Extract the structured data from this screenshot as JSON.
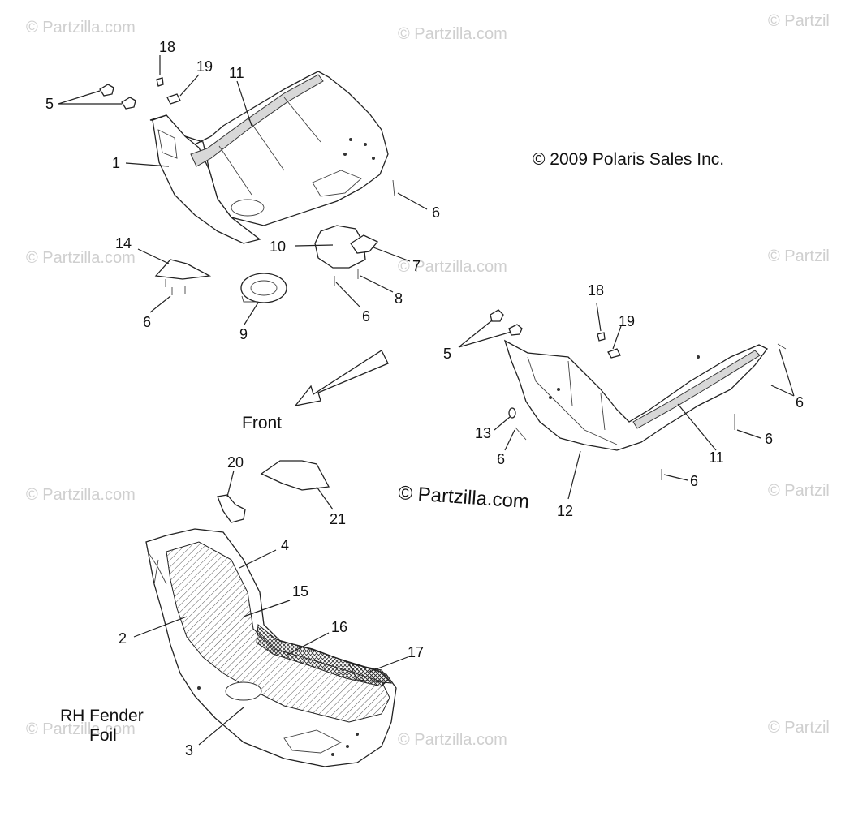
{
  "watermark_text": "© Partzilla.com",
  "watermarks": [
    "© Partzilla.com",
    "© Partzilla.com",
    "© Partzil",
    "© Partzilla.com",
    "© Partzilla.com",
    "© Partzil",
    "© Partzilla.com",
    "© Partzil",
    "© Partzilla.com",
    "© Partzilla.com",
    "© Partzil"
  ],
  "copyright": "© 2009 Polaris Sales Inc.",
  "partzilla_mark": "© Partzilla.com",
  "front_label": "Front",
  "rh_fender_label": [
    "RH Fender",
    "Foil"
  ],
  "callouts": [
    "18",
    "19",
    "5",
    "11",
    "1",
    "6",
    "14",
    "10",
    "7",
    "6",
    "8",
    "9",
    "6",
    "18",
    "19",
    "5",
    "6",
    "13",
    "6",
    "11",
    "6",
    "12",
    "6",
    "20",
    "21",
    "4",
    "15",
    "2",
    "16",
    "17",
    "3"
  ]
}
